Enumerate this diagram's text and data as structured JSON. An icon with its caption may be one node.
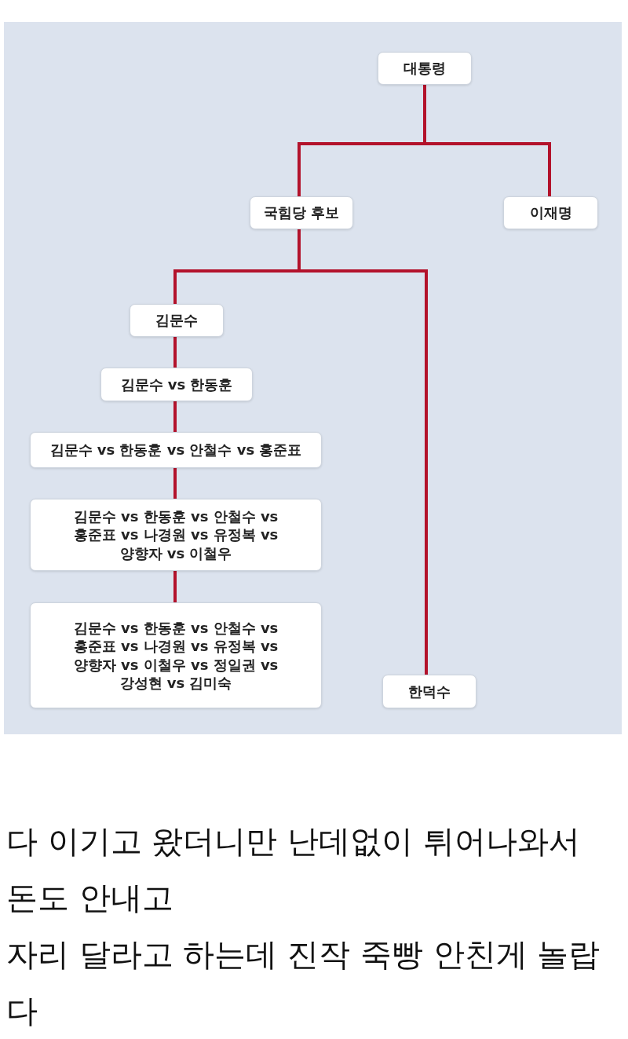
{
  "diagram": {
    "nodes": [
      {
        "text": [
          "대통령"
        ]
      },
      {
        "text": [
          "국힘당 후보"
        ]
      },
      {
        "text": [
          "이재명"
        ]
      },
      {
        "text": [
          "김문수"
        ]
      },
      {
        "text": [
          "김문수 vs 한동훈"
        ]
      },
      {
        "text": [
          "김문수 vs 한동훈 vs 안철수 vs 홍준표"
        ]
      },
      {
        "text": [
          "김문수 vs 한동훈 vs 안철수 vs 홍준표 vs 나경원 vs 유정복 vs 양향자 vs 이철우"
        ]
      },
      {
        "text": [
          "김문수 vs 한동훈 vs 안철수 vs 홍준표 vs 나경원 vs 유정복 vs 양향자 vs 이철우 vs 정일권 vs 강성현 vs 김미숙"
        ]
      },
      {
        "text": [
          "한덕수"
        ]
      }
    ],
    "edges": [
      {
        "from": 0,
        "to": 1,
        "arrow": "none"
      },
      {
        "from": 0,
        "to": 2,
        "arrow": "none"
      },
      {
        "from": 1,
        "to": 3,
        "arrow": "none"
      },
      {
        "from": 1,
        "to": 8,
        "arrow": "none"
      },
      {
        "from": 3,
        "to": 4,
        "arrow": "none"
      },
      {
        "from": 4,
        "to": 5,
        "arrow": "none"
      },
      {
        "from": 5,
        "to": 6,
        "arrow": "none"
      },
      {
        "from": 6,
        "to": 7,
        "arrow": "none"
      }
    ],
    "labels": [
      "다 이기고 왔더니만 난데없이 튀어나와서",
      "돈도 안내고",
      "자리 달라고 하는데 진작 죽빵 안친게 놀랍다"
    ]
  }
}
